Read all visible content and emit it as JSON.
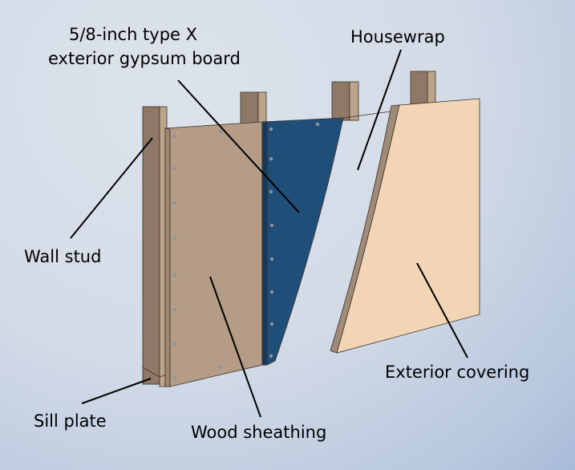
{
  "labels": {
    "gypsum_line1": "5/8-inch type X",
    "gypsum_line2": "exterior gypsum board",
    "housewrap": "Housewrap",
    "wall_stud": "Wall stud",
    "sill_plate": "Sill plate",
    "wood_sheathing": "Wood sheathing",
    "exterior_covering": "Exterior covering"
  },
  "colors": {
    "stud_front": "#8e7866",
    "stud_side": "#bca48c",
    "sheathing": "#b59c87",
    "gypsum": "#1f4e79",
    "housewrap": "#b9c8d8",
    "covering": "#f2d5b5",
    "covering_edge": "#a08a78"
  }
}
